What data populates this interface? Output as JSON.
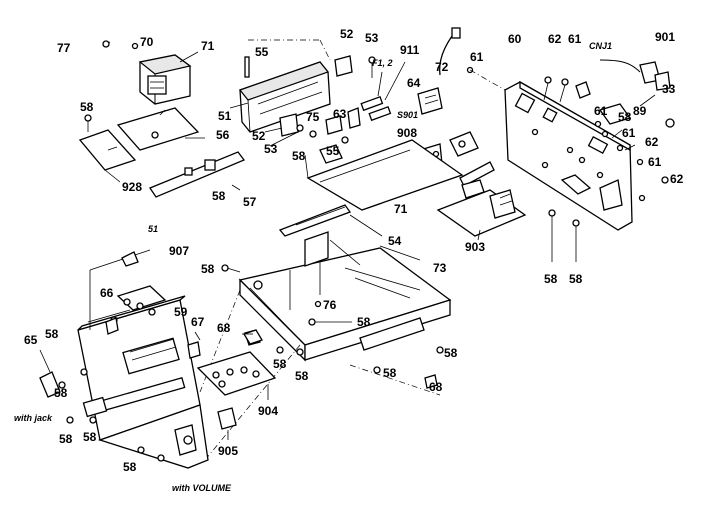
{
  "labels": {
    "l77": "77",
    "l70": "70",
    "l71a": "71",
    "l55": "55",
    "l52a": "52",
    "l53a": "53",
    "l911": "911",
    "lf12": "F1, 2",
    "l72": "72",
    "l61a": "61",
    "l60": "60",
    "l62a": "62",
    "l61b": "61",
    "lcnj1": "CNJ1",
    "l901": "901",
    "l33": "33",
    "l89": "89",
    "l58a": "58",
    "l56": "56",
    "l51": "51",
    "l75": "75",
    "l63": "63",
    "l64": "64",
    "ls901": "S901",
    "l908": "908",
    "l61c": "61",
    "l58b": "58",
    "l61d": "61",
    "l62b": "62",
    "l52b": "52",
    "l53b": "53",
    "l58c": "58",
    "l55b": "55",
    "l61e": "61",
    "l62c": "62",
    "l928": "928",
    "l58d": "58",
    "l57": "57",
    "l71b": "71",
    "l51b": "51",
    "l907": "907",
    "l54": "54",
    "l903": "903",
    "l73": "73",
    "l58e": "58",
    "l58f": "58",
    "l58g": "58",
    "l66": "66",
    "l59": "59",
    "l67": "67",
    "l68a": "68",
    "l76": "76",
    "l58h": "58",
    "l65": "65",
    "l58i": "58",
    "l58j": "58",
    "l58k": "58",
    "l58l": "58",
    "l904": "904",
    "l68b": "68",
    "l58m": "58",
    "l58n": "58",
    "lwithjack": "with jack",
    "l58o": "58",
    "l58p": "58",
    "l905": "905",
    "l58q": "58",
    "lwithvol": "with VOLUME"
  },
  "colors": {
    "ink": "#000000",
    "paper": "#ffffff"
  }
}
